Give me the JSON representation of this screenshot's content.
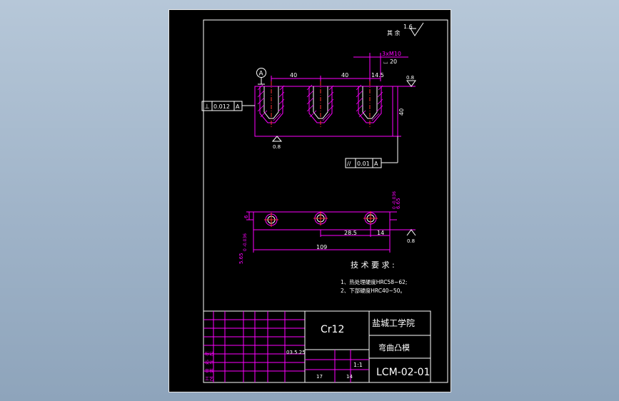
{
  "surface_finish": {
    "top_right": {
      "prefix": "其 余",
      "value": "1.6"
    },
    "top_face": "0.8",
    "bottom_face": "0.8",
    "side_face": "0.8"
  },
  "datum": {
    "letter": "A"
  },
  "tolerances": {
    "perpendicularity": {
      "symbol": "⊥",
      "value": "0.012",
      "datum": "A"
    },
    "parallelism": {
      "symbol": "//",
      "value": "0.01",
      "datum": "A"
    }
  },
  "dimensions": {
    "thread_callout": "3xM10",
    "thread_depth": "⌴ 20",
    "pitch_1": "40",
    "pitch_2": "40",
    "edge_offset": "14.5",
    "height": "40",
    "width_left": "6",
    "tol_left": "5.65",
    "tol_left_range": "0 -0.036",
    "tol_right": "6.65",
    "tol_right_range": "0 -0.036",
    "hole_spacing": "28.5",
    "hole_edge": "14",
    "total_length": "109"
  },
  "requirements": {
    "title": "技 术 要 求 :",
    "line_1": "1、热处理硬度HRC58~62;",
    "line_2": "2、下部硬度HRC40~50。"
  },
  "title_block": {
    "material": "Cr12",
    "school": "盐城工学院",
    "part_name": "弯曲凸模",
    "drawing_number": "LCM-02-01",
    "scale": "1:1",
    "count_1": "17",
    "count_2": "14",
    "date": "03.5.25",
    "row_labels": [
      "标记",
      "设计",
      "审核",
      "工艺"
    ]
  }
}
